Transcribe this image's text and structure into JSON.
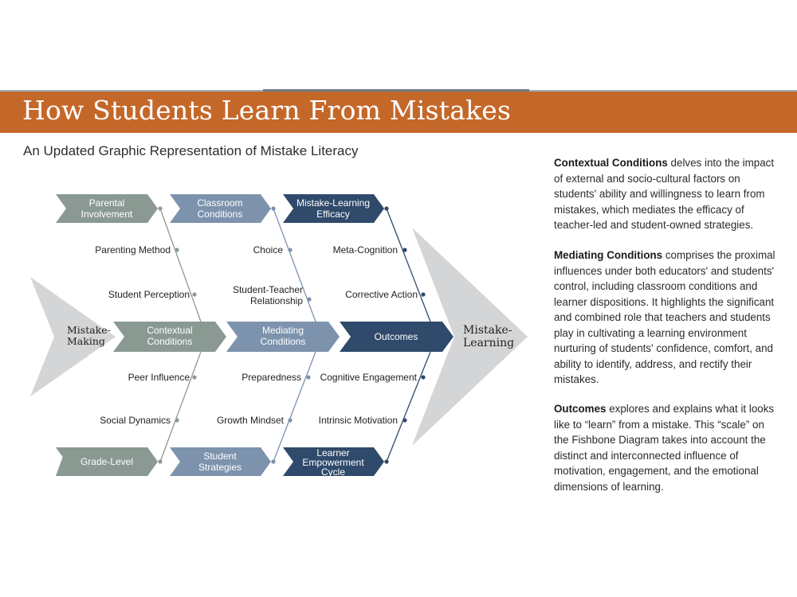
{
  "header": {
    "title": "How Students Learn From Mistakes",
    "subtitle": "An Updated Graphic Representation of Mistake Literacy"
  },
  "colors": {
    "banner": "#c4682a",
    "contextual": "#8a9a93",
    "mediating": "#7d93ad",
    "outcomes": "#2f4a6b",
    "arrow_gray": "#d4d5d7"
  },
  "diagram": {
    "start": {
      "line1": "Mistake-",
      "line2": "Making"
    },
    "end": {
      "line1": "Mistake-",
      "line2": "Learning"
    },
    "spine": [
      {
        "line1": "Contextual",
        "line2": "Conditions"
      },
      {
        "line1": "Mediating",
        "line2": "Conditions"
      },
      {
        "line1": "Outcomes",
        "line2": ""
      }
    ],
    "top_boxes": [
      {
        "line1": "Parental",
        "line2": "Involvement"
      },
      {
        "line1": "Classroom",
        "line2": "Conditions"
      },
      {
        "line1": "Mistake-Learning",
        "line2": "Efficacy"
      }
    ],
    "bottom_boxes": [
      {
        "line1": "Grade-Level",
        "line2": "",
        "line3": ""
      },
      {
        "line1": "Student",
        "line2": "Strategies",
        "line3": ""
      },
      {
        "line1": "Learner",
        "line2": "Empowerment",
        "line3": "Cycle"
      }
    ],
    "top_factors": [
      [
        "Parenting Method",
        "Student Perception"
      ],
      [
        "Choice",
        "Student-Teacher",
        "Relationship"
      ],
      [
        "Meta-Cognition",
        "Corrective Action"
      ]
    ],
    "bottom_factors": [
      [
        "Peer Influence",
        "Social Dynamics"
      ],
      [
        "Preparedness",
        "Growth Mindset"
      ],
      [
        "Cognitive Engagement",
        "Intrinsic Motivation"
      ]
    ]
  },
  "descriptions": [
    {
      "term": "Contextual Conditions",
      "text": " delves into the impact of external and socio-cultural factors on students' ability and willingness to learn from mistakes, which mediates the efficacy of teacher-led and student-owned strategies."
    },
    {
      "term": "Mediating Conditions",
      "text": " comprises the proximal influences under both educators' and students' control, including classroom conditions and learner dispositions. It highlights the significant and combined role that teachers and students play in cultivating a learning environment nurturing of students' confidence, comfort, and ability to identify, address, and rectify their mistakes."
    },
    {
      "term": "Outcomes",
      "text": " explores and explains what it looks like to “learn” from a mistake. This “scale” on the Fishbone Diagram takes into account the distinct and interconnected influence of motivation, engagement, and the emotional dimensions of learning."
    }
  ]
}
